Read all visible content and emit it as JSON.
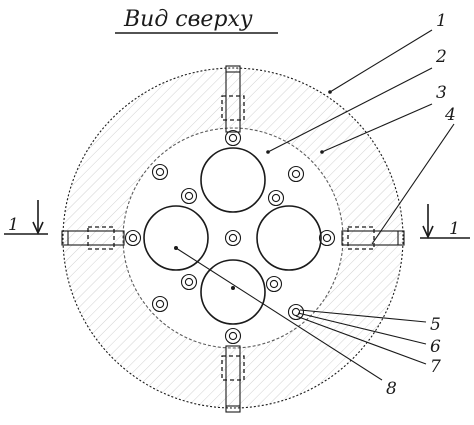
{
  "title": "Вид сверху",
  "section_marks": {
    "left": "1",
    "right": "1"
  },
  "callouts": [
    "1",
    "2",
    "3",
    "4",
    "5",
    "6",
    "7",
    "8"
  ],
  "colors": {
    "ink": "#1a1a1a",
    "hatch": "#8a8a8a",
    "background": "#ffffff"
  }
}
